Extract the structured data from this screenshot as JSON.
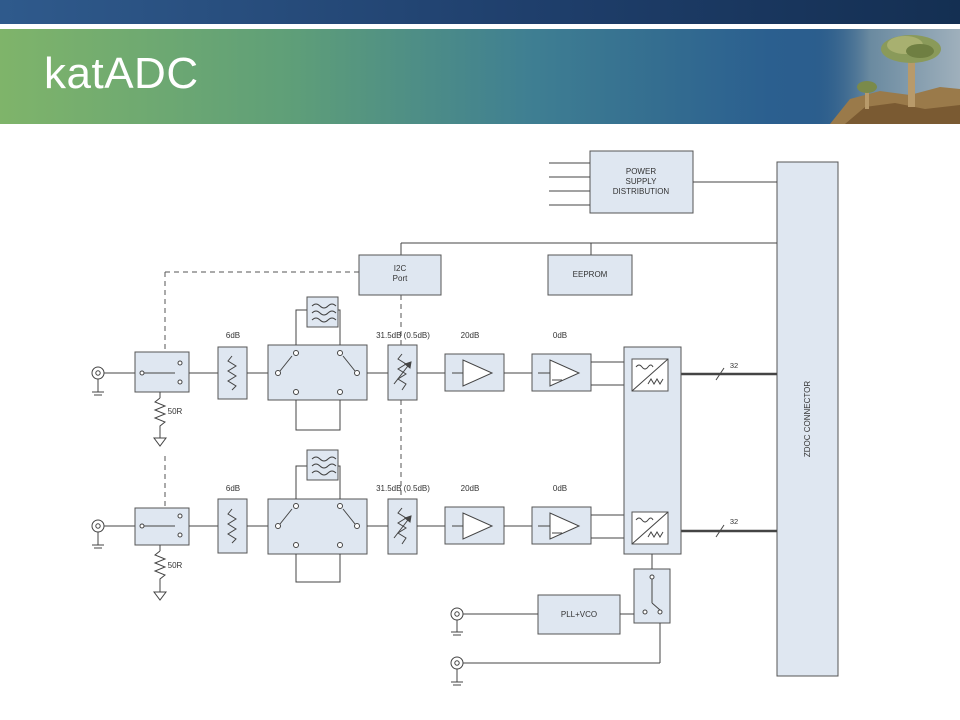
{
  "slide": {
    "title": "katADC"
  },
  "diagram": {
    "power_supply": [
      "POWER",
      "SUPPLY",
      "DISTRIBUTION"
    ],
    "i2c": [
      "I2C",
      "Port"
    ],
    "eeprom": "EEPROM",
    "zdoc": "ZDOC CONNECTOR",
    "pll": "PLL+VCO",
    "channels": [
      {
        "atten1": "6dB",
        "resistor": "50R",
        "atten2": "31.5dB (0.5dB)",
        "amp1": "20dB",
        "amp2": "0dB",
        "bus_width": "32"
      },
      {
        "atten1": "6dB",
        "resistor": "50R",
        "atten2": "31.5dB (0.5dB)",
        "amp1": "20dB",
        "amp2": "0dB",
        "bus_width": "32"
      }
    ]
  },
  "colors": {
    "block_fill": "#dfe7f1",
    "block_stroke": "#555555",
    "title_text": "#ffffff"
  }
}
